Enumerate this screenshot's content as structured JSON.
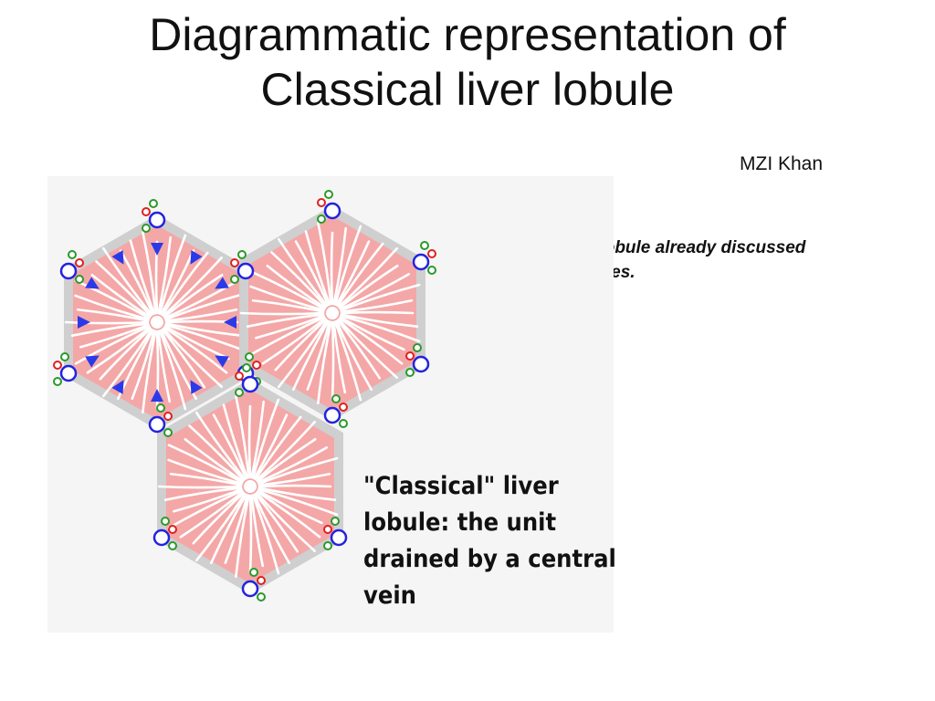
{
  "slide": {
    "title_lines": [
      "Diagrammatic representation of",
      "Classical liver lobule"
    ],
    "author": "MZI Khan",
    "note_lines": [
      "Composition of a lobule already discussed",
      "In the previous slides."
    ]
  },
  "diagram": {
    "caption_lines": [
      "\"Classical\" liver",
      "lobule: the unit",
      "drained by a central",
      "vein"
    ],
    "colors": {
      "hepatocyte_plates": "#f4a7a7",
      "lobule_border": "#cfcfcf",
      "portal_vein": "#2323e0",
      "hepatic_artery": "#e02020",
      "bile_duct": "#2a9a2a",
      "flow_arrow": "#2a3ae8",
      "background": "#f5f5f5"
    }
  }
}
